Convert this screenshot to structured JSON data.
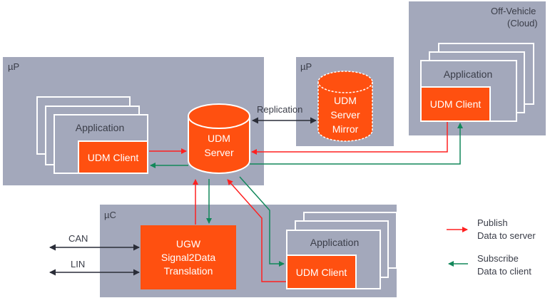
{
  "regions": {
    "up_main": {
      "label": "µP"
    },
    "up_mirror": {
      "label": "µP"
    },
    "off_vehicle": {
      "label_line1": "Off-Vehicle",
      "label_line2": "(Cloud)"
    },
    "uc": {
      "label": "µC"
    }
  },
  "components": {
    "app_left": {
      "app_label": "Application",
      "client_label": "UDM Client"
    },
    "app_cloud": {
      "app_label": "Application",
      "client_label": "UDM Client"
    },
    "app_uc": {
      "app_label": "Application",
      "client_label": "UDM Client"
    },
    "udm_server": {
      "line1": "UDM",
      "line2": "Server"
    },
    "udm_mirror": {
      "line1": "UDM",
      "line2": "Server",
      "line3": "Mirror"
    },
    "ugw": {
      "line1": "UGW",
      "line2": "Signal2Data",
      "line3": "Translation"
    }
  },
  "connections": {
    "replication_label": "Replication",
    "can_label": "CAN",
    "lin_label": "LIN"
  },
  "legend": {
    "publish": {
      "line1": "Publish",
      "line2": "Data to server",
      "color": "#ff2020"
    },
    "subscribe": {
      "line1": "Subscribe",
      "line2": "Data to client",
      "color": "#12875a"
    }
  },
  "colors": {
    "region_fill": "#a3a8bb",
    "component_orange": "#ff5010",
    "replication_arrow": "#2a2d38"
  }
}
